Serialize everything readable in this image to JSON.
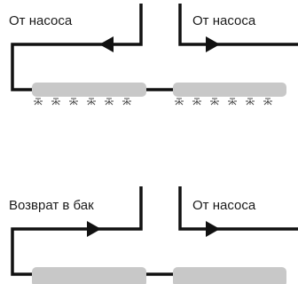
{
  "top": {
    "left_label": "От насоса",
    "right_label": "От насоса"
  },
  "bottom": {
    "left_label": "Возврат в бак",
    "right_label": "От насоса"
  },
  "colors": {
    "pipe": "#111111",
    "emitter": "#c8c8c8",
    "spray": "#444444"
  }
}
